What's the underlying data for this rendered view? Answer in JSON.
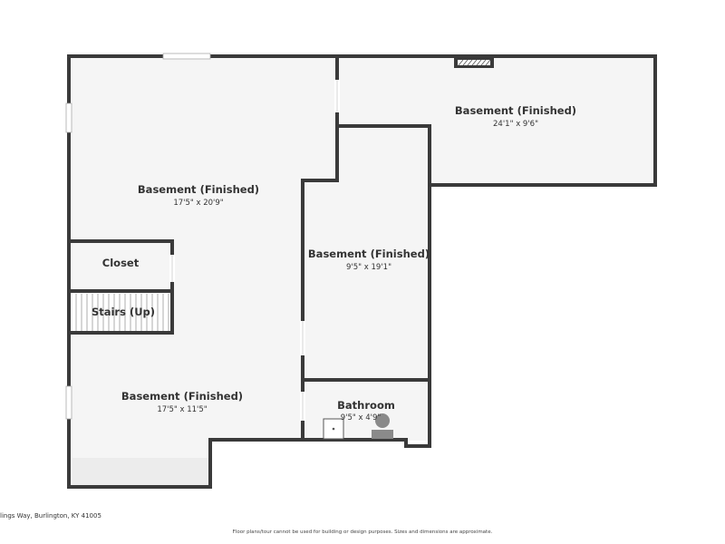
{
  "rooms": [
    {
      "name": "Basement (Finished)",
      "dims": "17'5\" x 20'9\""
    },
    {
      "name": "Basement (Finished)",
      "dims": "24'1\" x 9'6\""
    },
    {
      "name": "Closet"
    },
    {
      "name": "Stairs (Up)"
    },
    {
      "name": "Basement (Finished)",
      "dims": "9'5\" x 19'1\""
    },
    {
      "name": "Basement (Finished)",
      "dims": "17'5\" x 11'5\""
    },
    {
      "name": "Bathroom",
      "dims": "9'5\" x 4'9\""
    }
  ],
  "footer": {
    "address": "lings Way, Burlington, KY 41005",
    "disclaimer": "Floor plans/tour cannot be used for building or design purposes. Sizes and dimensions are approximate."
  },
  "colors": {
    "wall": "#3a3a3a",
    "floor": "#f5f5f5",
    "stair_floor": "#ececec"
  }
}
